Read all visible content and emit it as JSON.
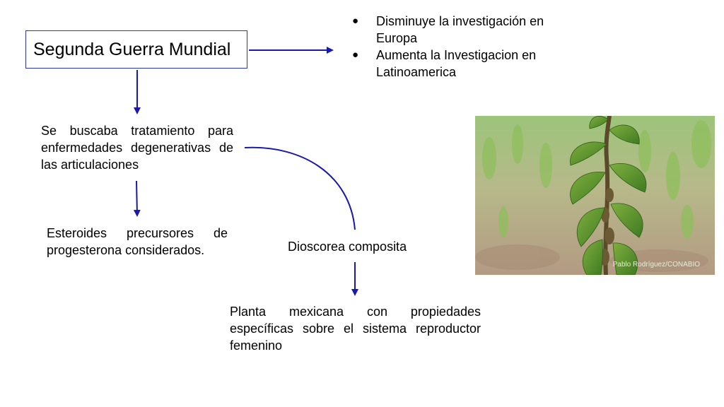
{
  "title": "Segunda Guerra Mundial",
  "effects": [
    "Disminuye la investigación en Europa",
    "Aumenta la Investigacion en Latinoamerica"
  ],
  "search_text": "Se buscaba tratamiento para enfermedades degenerativas de las articulaciones",
  "steroids_text": "Esteroides precursores de progesterona considerados.",
  "plant_name": "Dioscorea composita",
  "plant_desc": "Planta mexicana con propiedades específicas sobre el sistema reproductor femenino",
  "photo_credit": "Pablo Rodríguez/CONABIO",
  "colors": {
    "arrow": "#1a1aa8",
    "box_border": "#2b3aa0"
  }
}
